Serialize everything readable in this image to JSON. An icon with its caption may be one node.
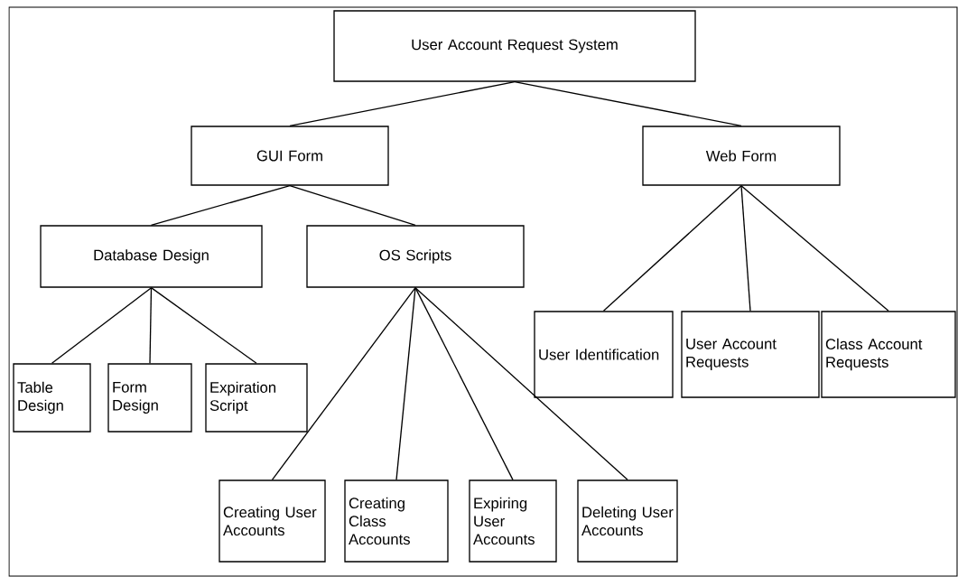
{
  "diagram": {
    "nodes": [
      {
        "text": [
          "User Account Request System"
        ]
      },
      {
        "text": [
          "GUI Form"
        ]
      },
      {
        "text": [
          "Web Form"
        ]
      },
      {
        "text": [
          "Database Design"
        ]
      },
      {
        "text": [
          "OS Scripts"
        ]
      },
      {
        "text": [
          "Table Design"
        ]
      },
      {
        "text": [
          "Form Design"
        ]
      },
      {
        "text": [
          "Expiration Script"
        ]
      },
      {
        "text": [
          "Creating User Accounts"
        ]
      },
      {
        "text": [
          "Creating Class Accounts"
        ]
      },
      {
        "text": [
          "Expiring User Accounts"
        ]
      },
      {
        "text": [
          "Deleting User Accounts"
        ]
      },
      {
        "text": [
          "User Identification"
        ]
      },
      {
        "text": [
          "User Account Requests"
        ]
      },
      {
        "text": [
          "Class Account Requests"
        ]
      }
    ],
    "edges": [
      {
        "from": 0,
        "to": 1,
        "arrow": "none"
      },
      {
        "from": 0,
        "to": 2,
        "arrow": "none"
      },
      {
        "from": 1,
        "to": 3,
        "arrow": "none"
      },
      {
        "from": 1,
        "to": 4,
        "arrow": "none"
      },
      {
        "from": 3,
        "to": 5,
        "arrow": "none"
      },
      {
        "from": 3,
        "to": 6,
        "arrow": "none"
      },
      {
        "from": 3,
        "to": 7,
        "arrow": "none"
      },
      {
        "from": 4,
        "to": 8,
        "arrow": "none"
      },
      {
        "from": 4,
        "to": 9,
        "arrow": "none"
      },
      {
        "from": 4,
        "to": 10,
        "arrow": "none"
      },
      {
        "from": 4,
        "to": 11,
        "arrow": "none"
      },
      {
        "from": 2,
        "to": 12,
        "arrow": "none"
      },
      {
        "from": 2,
        "to": 13,
        "arrow": "none"
      },
      {
        "from": 2,
        "to": 14,
        "arrow": "none"
      }
    ]
  }
}
